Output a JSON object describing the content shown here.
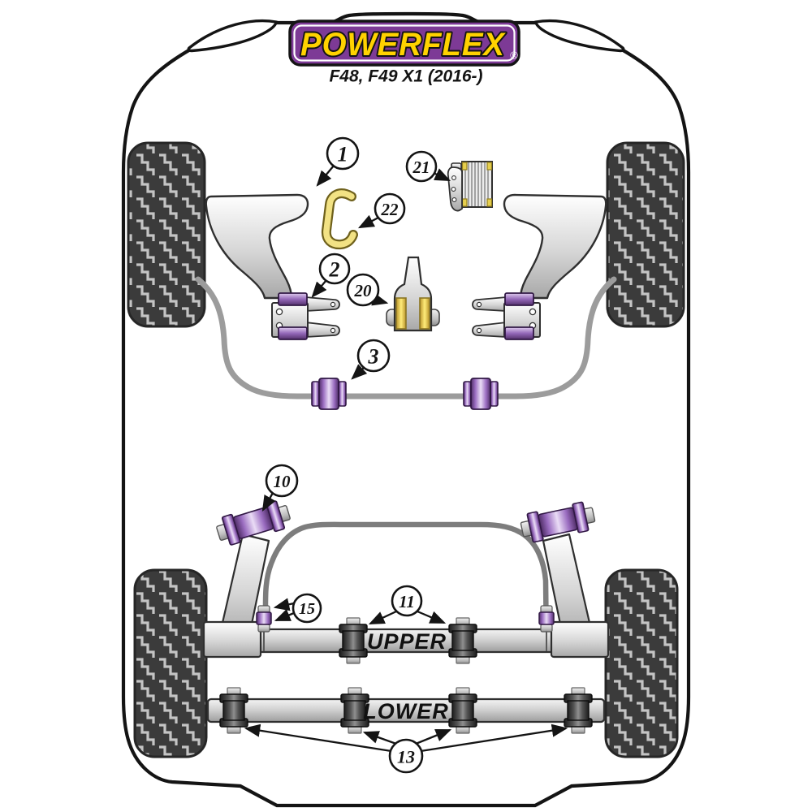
{
  "header": {
    "brand": "POWERFLEX",
    "registered_mark": "®",
    "model": "F48, F49 X1 (2016-)",
    "logo_colors": {
      "background": "#7d3a96",
      "text": "#ffd200",
      "outline": "#141414",
      "inner_border": "#ffffff"
    }
  },
  "diagram": {
    "upper_label": "UPPER",
    "lower_label": "LOWER",
    "callouts": [
      {
        "number": "1"
      },
      {
        "number": "2"
      },
      {
        "number": "3"
      },
      {
        "number": "10"
      },
      {
        "number": "11"
      },
      {
        "number": "13"
      },
      {
        "number": "15"
      },
      {
        "number": "20"
      },
      {
        "number": "21"
      },
      {
        "number": "22"
      }
    ],
    "colors": {
      "bushing_purple": "#8d5bb0",
      "bushing_yellow": "#f3d355",
      "bushing_dark": "#2e2e2e",
      "metal_gray": "#c9c9c9",
      "anti_roll_bar_gray": "#9a9a9a",
      "outline_black": "#1a1a1a",
      "tire_tread_dark": "#3b3b3b",
      "tire_tread_light": "#c4c4c4"
    }
  }
}
